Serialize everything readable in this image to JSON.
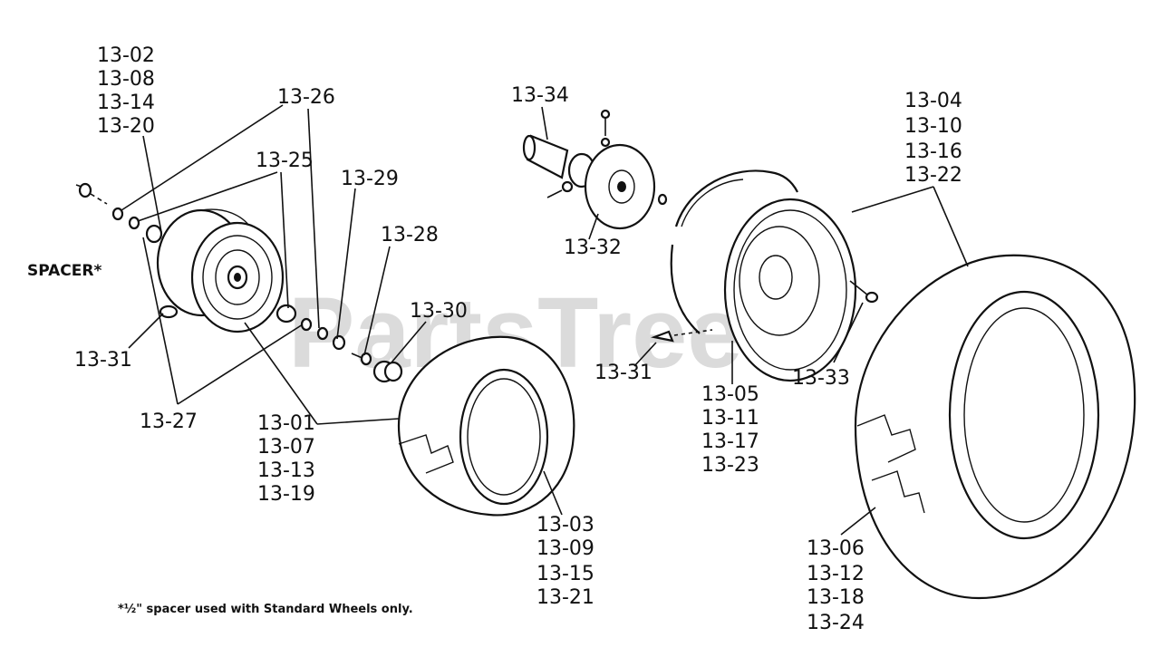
{
  "watermark": "PartsTree",
  "footnote": "*½\" spacer used with Standard Wheels only.",
  "callouts": {
    "g1": [
      "13-02",
      "13-08",
      "13-14",
      "13-20"
    ],
    "spacer": "SPACER*",
    "c26": "13-26",
    "c25": "13-25",
    "c29": "13-29",
    "c28": "13-28",
    "c30": "13-30",
    "c31_left": "13-31",
    "c27": "13-27",
    "g_rim_left": [
      "13-01",
      "13-07",
      "13-13",
      "13-19"
    ],
    "g_tire_left": [
      "13-03",
      "13-09",
      "13-15",
      "13-21"
    ],
    "c34": "13-34",
    "c32": "13-32",
    "c31_right": "13-31",
    "g_rim_right": [
      "13-05",
      "13-11",
      "13-17",
      "13-23"
    ],
    "c33": "13-33",
    "g_tire_right_top": [
      "13-04",
      "13-10",
      "13-16",
      "13-22"
    ],
    "g_tire_right_bottom": [
      "13-06",
      "13-12",
      "13-18",
      "13-24"
    ]
  }
}
